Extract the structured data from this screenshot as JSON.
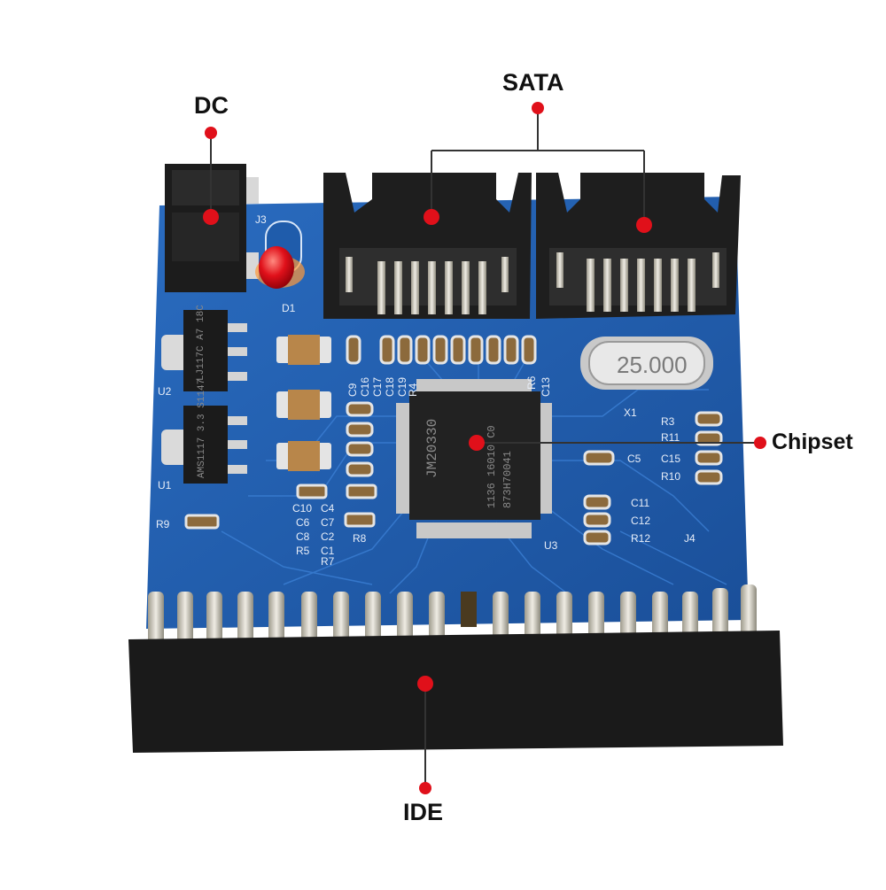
{
  "labels": {
    "dc": "DC",
    "sata": "SATA",
    "chipset": "Chipset",
    "ide": "IDE"
  },
  "chip_marking": {
    "line1": "JM20330",
    "line2": "1136 16010 C0",
    "line3": "873H70041"
  },
  "crystal_marking": "25.000",
  "reg_u2_marking": "LJ117C A7 18C",
  "reg_u1_marking": "AMS1117 3.3 S1147",
  "silkscreen": {
    "u1": "U1",
    "u2": "U2",
    "u3": "U3",
    "j3": "J3",
    "j4": "J4",
    "x1": "X1",
    "d1": "D1",
    "r9": "R9",
    "r8": "R8",
    "r3": "R3",
    "r11": "R11",
    "r10": "R10",
    "r12": "R12",
    "r4": "R4",
    "r6": "R6",
    "r5": "R5",
    "r7": "R7",
    "c5": "C5",
    "c15": "C15",
    "c11": "C11",
    "c12": "C12",
    "c13": "C13",
    "c10": "C10",
    "c4": "C4",
    "c6": "C6",
    "c8": "C8",
    "c9": "C9",
    "c16": "C16",
    "c17": "C17",
    "c18": "C18",
    "c19": "C19",
    "c2": "C2",
    "c1": "C1",
    "c7": "C7"
  },
  "colors": {
    "pcb": "#1f5cab",
    "pcb_dark": "#174a8f",
    "connector": "#1c1c1c",
    "callout_dot": "#e0101a",
    "callout_line": "#333333",
    "gold": "#c9c2a8"
  }
}
